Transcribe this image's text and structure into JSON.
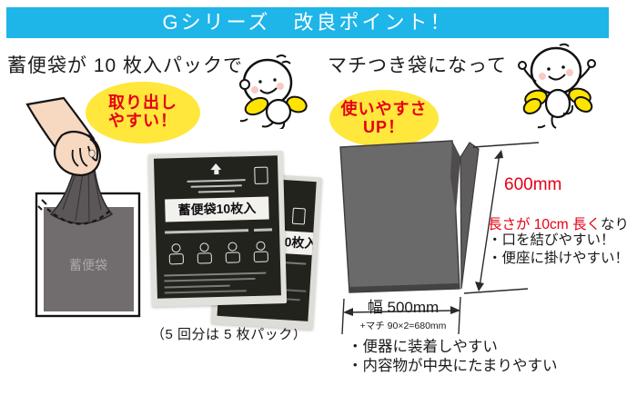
{
  "banner": {
    "title": "Gシリーズ　改良ポイント！"
  },
  "left": {
    "heading": "蓄便袋が 10 枚入パックで",
    "badge": {
      "line1": "取り出し",
      "line2": "やすい！"
    },
    "illustration": {
      "bag_label": "蓄便袋"
    },
    "package_label": "蓄便袋10枚入",
    "caption": "（5 回分は 5 枚パック）"
  },
  "right": {
    "heading": "マチつき袋になって",
    "badge": {
      "line1": "使いやすさ",
      "line2": "UP！"
    },
    "height_dim": "600mm",
    "note": {
      "red": "長さが 10cm 長く",
      "black": "なり"
    },
    "bullets_upper": [
      "・口を結びやすい！",
      "・便座に掛けやすい！"
    ],
    "width_dim": "幅 500mm",
    "width_sub": "+マチ 90×2=680mm",
    "bullets_lower": [
      "・便器に装着しやすい",
      "・内容物が中央にたまりやすい"
    ]
  },
  "colors": {
    "banner_bg": "#1EB5E9",
    "badge_yellow": "#FFE73C",
    "accent_red": "#E60012",
    "bag_gray": "#6A6A6A",
    "package_black": "#23231E"
  }
}
